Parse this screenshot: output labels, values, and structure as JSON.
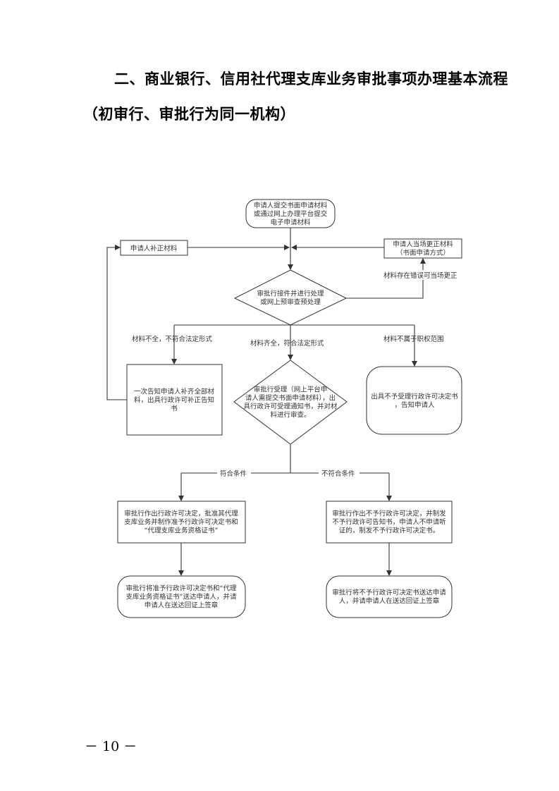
{
  "page": {
    "title": "二、商业银行、信用社代理支库业务审批事项办理基本流程",
    "subtitle": "（初审行、审批行为同一机构）",
    "page_number": "－ 10 －"
  },
  "flowchart": {
    "start": [
      "申请人提交书面申请材料",
      "或通过网上办理平台提交",
      "电子申请材料"
    ],
    "supplement": [
      "申请人补正材料"
    ],
    "onsite_correction": [
      "申请人当场更正材料",
      "（书面申请方式）"
    ],
    "correction_label": "材料存在错误可当场更正",
    "receive_decision": [
      "审批行接件并进行处理",
      "或网上预审查预处理"
    ],
    "incomplete_label": "材料不全，不符合法定形式",
    "complete_label": "材料齐全，符合法定形式",
    "out_of_scope_label": "材料不属于职权范围",
    "notify_supplement": [
      "一次告知申请人补齐全部材",
      "料，出具行政许可补正告知",
      "书"
    ],
    "accept_decision": [
      "审批行受理（网上平台申",
      "请人需提交书面申请材料），出",
      "具行政许可受理通知书，并对材",
      "料进行审查。"
    ],
    "not_accepted": [
      "出具不予受理行政许可决定书",
      "，告知申请人"
    ],
    "qualified_label": "符合条件",
    "unqualified_label": "不符合条件",
    "approve": [
      "审批行作出行政许可决定，批准其代理",
      "支库业务并制作准予行政许可决定书和",
      "“代理支库业务资格证书”"
    ],
    "reject": [
      "审批行作出不予行政许可决定，并制发",
      "不予行政许可告知书，申请人不申请听",
      "证的，制发不予行政许可决定书。"
    ],
    "approve_deliver": [
      "审批行将准予行政许可决定书和“代理",
      "支库业务资格证书”送达申请人，并请",
      "申请人在送达回证上签章"
    ],
    "reject_deliver": [
      "审批行将不予行政许可决定书送达申请",
      "人，并请申请人在送达回证上签章"
    ]
  }
}
